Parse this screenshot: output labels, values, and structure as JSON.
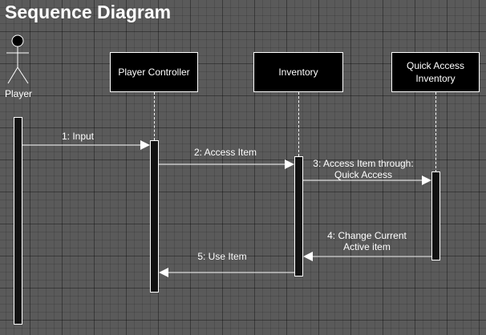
{
  "title": "Sequence Diagram",
  "actor": {
    "label": "Player"
  },
  "participants": [
    {
      "label": "Player Controller"
    },
    {
      "label": "Inventory"
    },
    {
      "label": "Quick Access Inventory"
    }
  ],
  "messages": [
    {
      "label": "1: Input"
    },
    {
      "label": "2: Access Item"
    },
    {
      "label": "3: Access Item through: Quick Access"
    },
    {
      "label": "4: Change Current Active item"
    },
    {
      "label": "5: Use Item"
    }
  ]
}
